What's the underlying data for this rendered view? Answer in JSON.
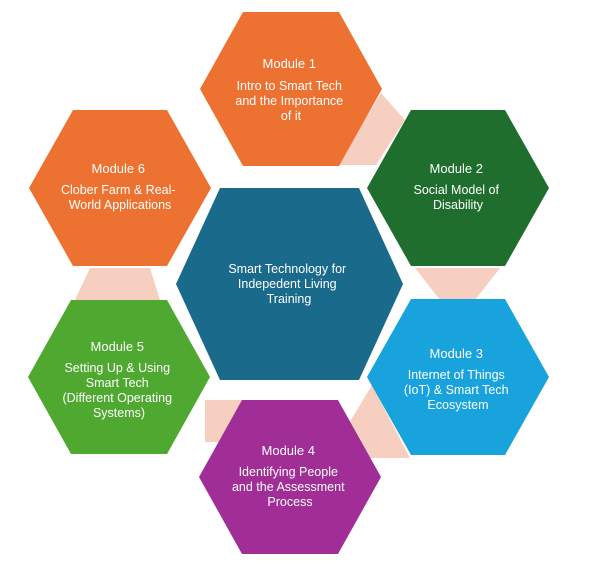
{
  "center": {
    "lines": [
      "Smart Technology for",
      "Indepedent Living",
      "Training"
    ],
    "color": "#1a6a8c"
  },
  "modules": [
    {
      "title": "Module 1",
      "lines": [
        "Intro to Smart Tech",
        "and the Importance",
        "of it"
      ],
      "color": "#ed7130"
    },
    {
      "title": "Module 2",
      "lines": [
        "Social Model of",
        "Disability"
      ],
      "color": "#1f6e2d"
    },
    {
      "title": "Module 3",
      "lines": [
        "Internet of Things",
        "(IoT) & Smart Tech",
        "Ecosystem"
      ],
      "color": "#18a3dc"
    },
    {
      "title": "Module 4",
      "lines": [
        "Identifying People",
        "and the Assessment",
        "Process"
      ],
      "color": "#a12e96"
    },
    {
      "title": "Module 5",
      "lines": [
        "Setting Up & Using",
        "Smart Tech",
        "(Different Operating",
        "Systems)"
      ],
      "color": "#4fa82f"
    },
    {
      "title": "Module 6",
      "lines": [
        "Clober Farm & Real-",
        "World Applications"
      ],
      "color": "#ed7130"
    }
  ],
  "connector_color": "#f7cfc0"
}
